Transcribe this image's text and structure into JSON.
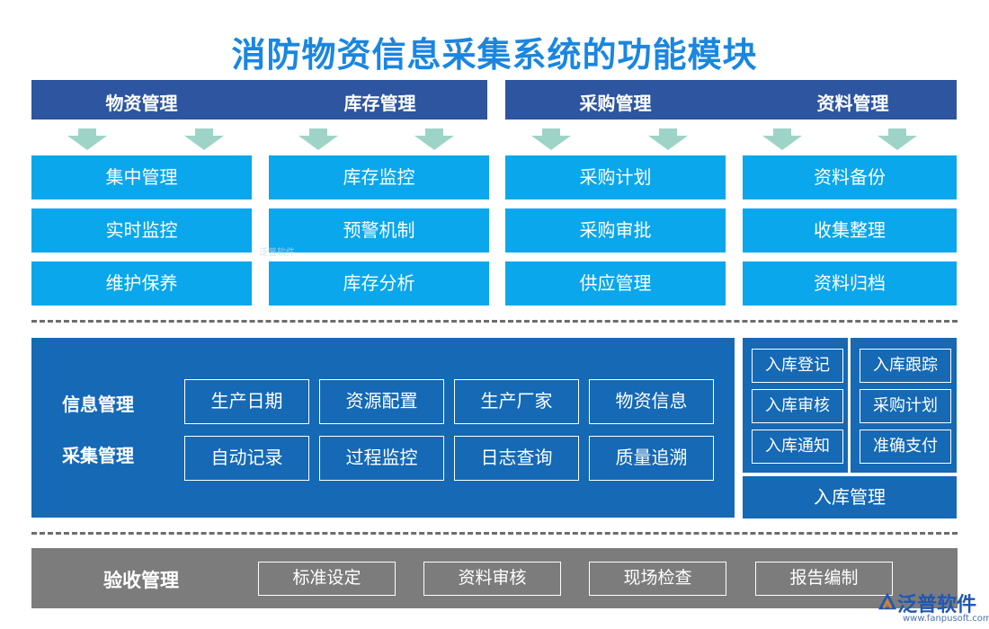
{
  "title": "消防物资信息采集系统的功能模块",
  "top_headers": [
    "物资管理",
    "库存管理",
    "采购管理",
    "资料管理"
  ],
  "columns": [
    [
      "集中管理",
      "实时监控",
      "维护保养"
    ],
    [
      "库存监控",
      "预警机制",
      "库存分析"
    ],
    [
      "采购计划",
      "采购审批",
      "供应管理"
    ],
    [
      "资料备份",
      "收集整理",
      "资料归档"
    ]
  ],
  "middle": {
    "labels": [
      "信息管理",
      "采集管理"
    ],
    "row1": [
      "生产日期",
      "资源配置",
      "生产厂家",
      "物资信息"
    ],
    "row2": [
      "自动记录",
      "过程监控",
      "日志查询",
      "质量追溯"
    ]
  },
  "inbound": {
    "left": [
      "入库登记",
      "入库审核",
      "入库通知"
    ],
    "right": [
      "入库跟踪",
      "采购计划",
      "准确支付"
    ],
    "label": "入库管理"
  },
  "bottom": {
    "label": "验收管理",
    "items": [
      "标准设定",
      "资料审核",
      "现场检查",
      "报告编制"
    ]
  },
  "logo": {
    "name": "泛普软件",
    "url": "www.fanpusoft.com"
  },
  "watermark": "泛普软件",
  "colors": {
    "title": "#1a86e0",
    "header": "#2d55a0",
    "cell": "#0aa7ec",
    "panel": "#1569b5",
    "bottom": "#7c7c7c",
    "arrow": "#9dd4c7"
  }
}
